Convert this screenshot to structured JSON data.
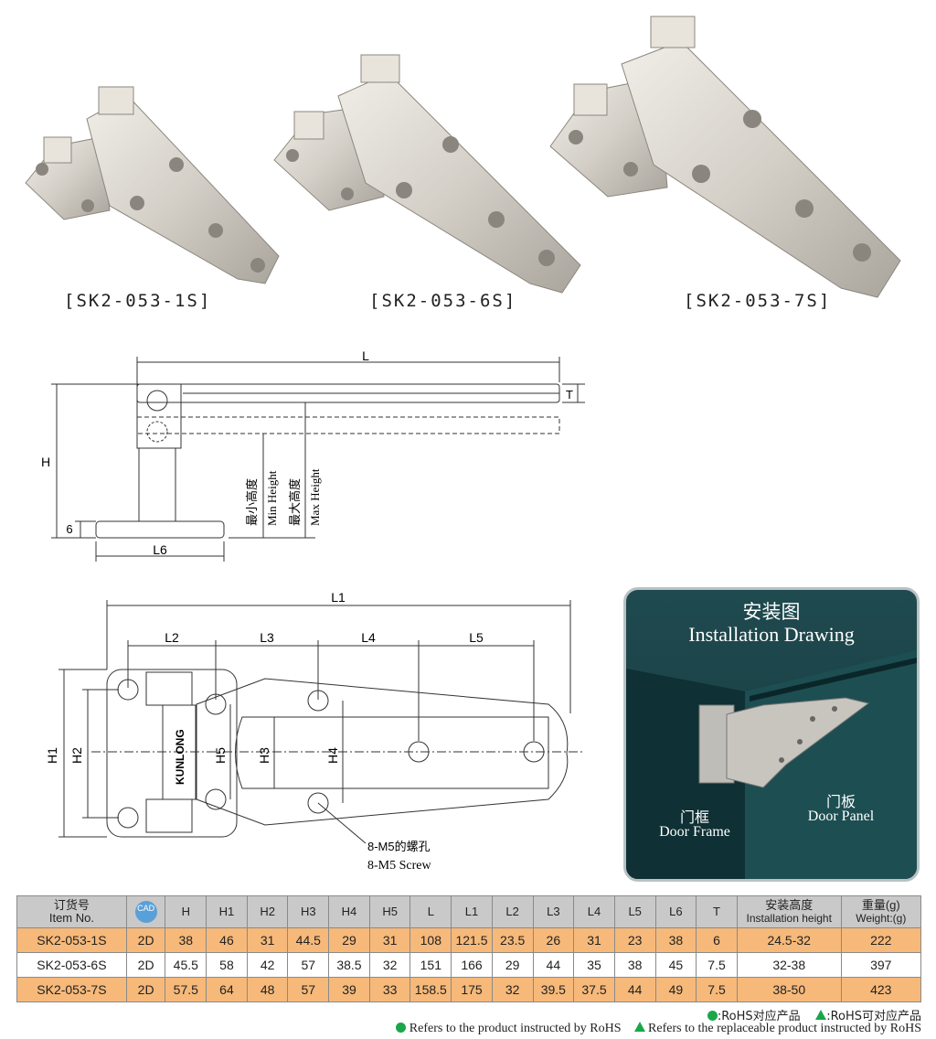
{
  "products": [
    {
      "caption": "[SK2-053-1S]"
    },
    {
      "caption": "[SK2-053-6S]"
    },
    {
      "caption": "[SK2-053-7S]"
    }
  ],
  "side_view": {
    "L": "L",
    "T": "T",
    "H": "H",
    "six": "6",
    "L6": "L6",
    "min_cn": "最小高度",
    "min_en": "Min Height",
    "max_cn": "最大高度",
    "max_en": "Max Height"
  },
  "top_view": {
    "L1": "L1",
    "L2": "L2",
    "L3": "L3",
    "L4": "L4",
    "L5": "L5",
    "H1": "H1",
    "H2": "H2",
    "H3": "H3",
    "H4": "H4",
    "H5": "H5",
    "brand": "KUNLONG",
    "screw_cn": "8-M5的螺孔",
    "screw_en": "8-M5 Screw"
  },
  "install": {
    "title_cn": "安装图",
    "title_en": "Installation Drawing",
    "frame_cn": "门框",
    "frame_en": "Door Frame",
    "panel_cn": "门板",
    "panel_en": "Door Panel"
  },
  "table": {
    "head_item_cn": "订货号",
    "head_item_en": "Item No.",
    "cad_label": "CAD",
    "cols": [
      "H",
      "H1",
      "H2",
      "H3",
      "H4",
      "H5",
      "L",
      "L1",
      "L2",
      "L3",
      "L4",
      "L5",
      "L6",
      "T"
    ],
    "head_inst_cn": "安装高度",
    "head_inst_en": "Installation height",
    "head_wt_cn": "重量(g)",
    "head_wt_en": "Weight:(g)",
    "rows": [
      {
        "item": "SK2-053-1S",
        "cad": "2D",
        "v": [
          "38",
          "46",
          "31",
          "44.5",
          "29",
          "31",
          "108",
          "121.5",
          "23.5",
          "26",
          "31",
          "23",
          "38",
          "6"
        ],
        "inst": "24.5-32",
        "wt": "222"
      },
      {
        "item": "SK2-053-6S",
        "cad": "2D",
        "v": [
          "45.5",
          "58",
          "42",
          "57",
          "38.5",
          "32",
          "151",
          "166",
          "29",
          "44",
          "35",
          "38",
          "45",
          "7.5"
        ],
        "inst": "32-38",
        "wt": "397"
      },
      {
        "item": "SK2-053-7S",
        "cad": "2D",
        "v": [
          "57.5",
          "64",
          "48",
          "57",
          "39",
          "33",
          "158.5",
          "175",
          "32",
          "39.5",
          "37.5",
          "44",
          "49",
          "7.5"
        ],
        "inst": "38-50",
        "wt": "423"
      }
    ]
  },
  "legend": {
    "rohs_cn": ":RoHS对应产品",
    "rohs_rep_cn": ":RoHS可对应产品",
    "rohs_en": "Refers to the product instructed by RoHS",
    "rohs_rep_en": "Refers to the replaceable product instructed by RoHS",
    "accent": "#1aa64a"
  },
  "colors": {
    "orange_row": "#f6b97a",
    "header_gray": "#c9c9c9",
    "panel_teal": "#1f4a4f"
  }
}
